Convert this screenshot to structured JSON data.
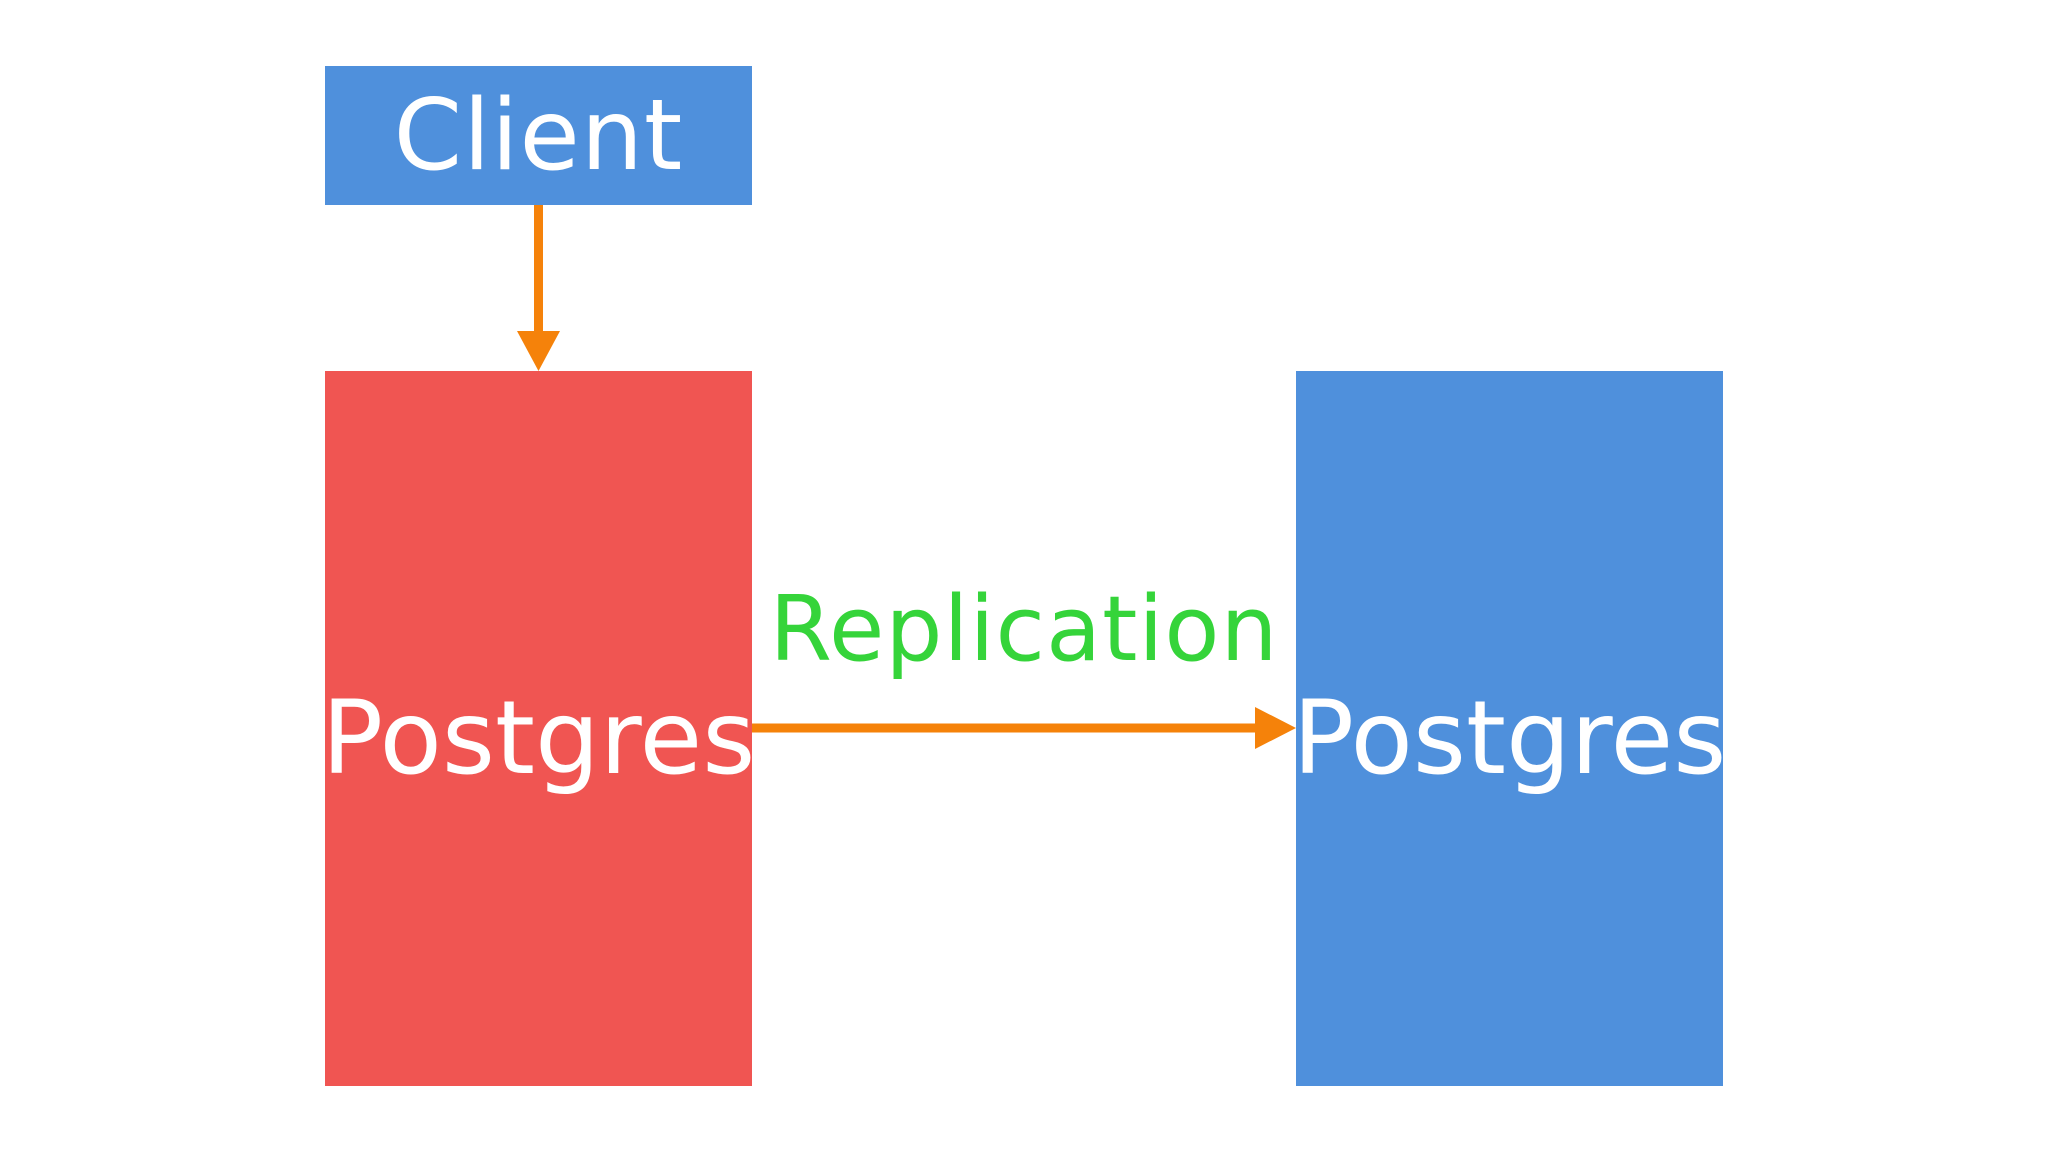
{
  "colors": {
    "background": "#ffffff",
    "client_box": "#4f90dc",
    "primary_box": "#f05552",
    "replica_box": "#4f90dc",
    "arrow": "#f5820a",
    "replication_text": "#35d43a",
    "box_text": "#ffffff"
  },
  "nodes": {
    "client": {
      "label": "Client"
    },
    "primary": {
      "label": "Postgres"
    },
    "replica": {
      "label": "Postgres"
    }
  },
  "edges": {
    "client_to_primary": {
      "label": ""
    },
    "replication": {
      "label": "Replication"
    }
  }
}
